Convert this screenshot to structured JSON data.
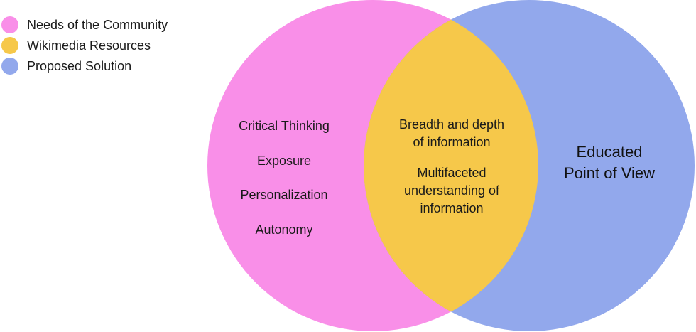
{
  "legend": {
    "items": [
      {
        "label": "Needs of the Community",
        "color": "#f98fe8"
      },
      {
        "label": "Wikimedia Resources",
        "color": "#f6c84a"
      },
      {
        "label": "Proposed Solution",
        "color": "#92a8ec"
      }
    ]
  },
  "colors": {
    "needs": "#f98fe8",
    "resources": "#f6c84a",
    "solution": "#92a8ec"
  },
  "left_circle": {
    "items": [
      "Critical Thinking",
      "Exposure",
      "Personalization",
      "Autonomy"
    ]
  },
  "intersection": {
    "item1_line1": "Breadth and depth",
    "item1_line2": "of information",
    "item2_line1": "Multifaceted",
    "item2_line2": "understanding of",
    "item2_line3": "information"
  },
  "right_circle": {
    "line1": "Educated",
    "line2": "Point of View"
  }
}
